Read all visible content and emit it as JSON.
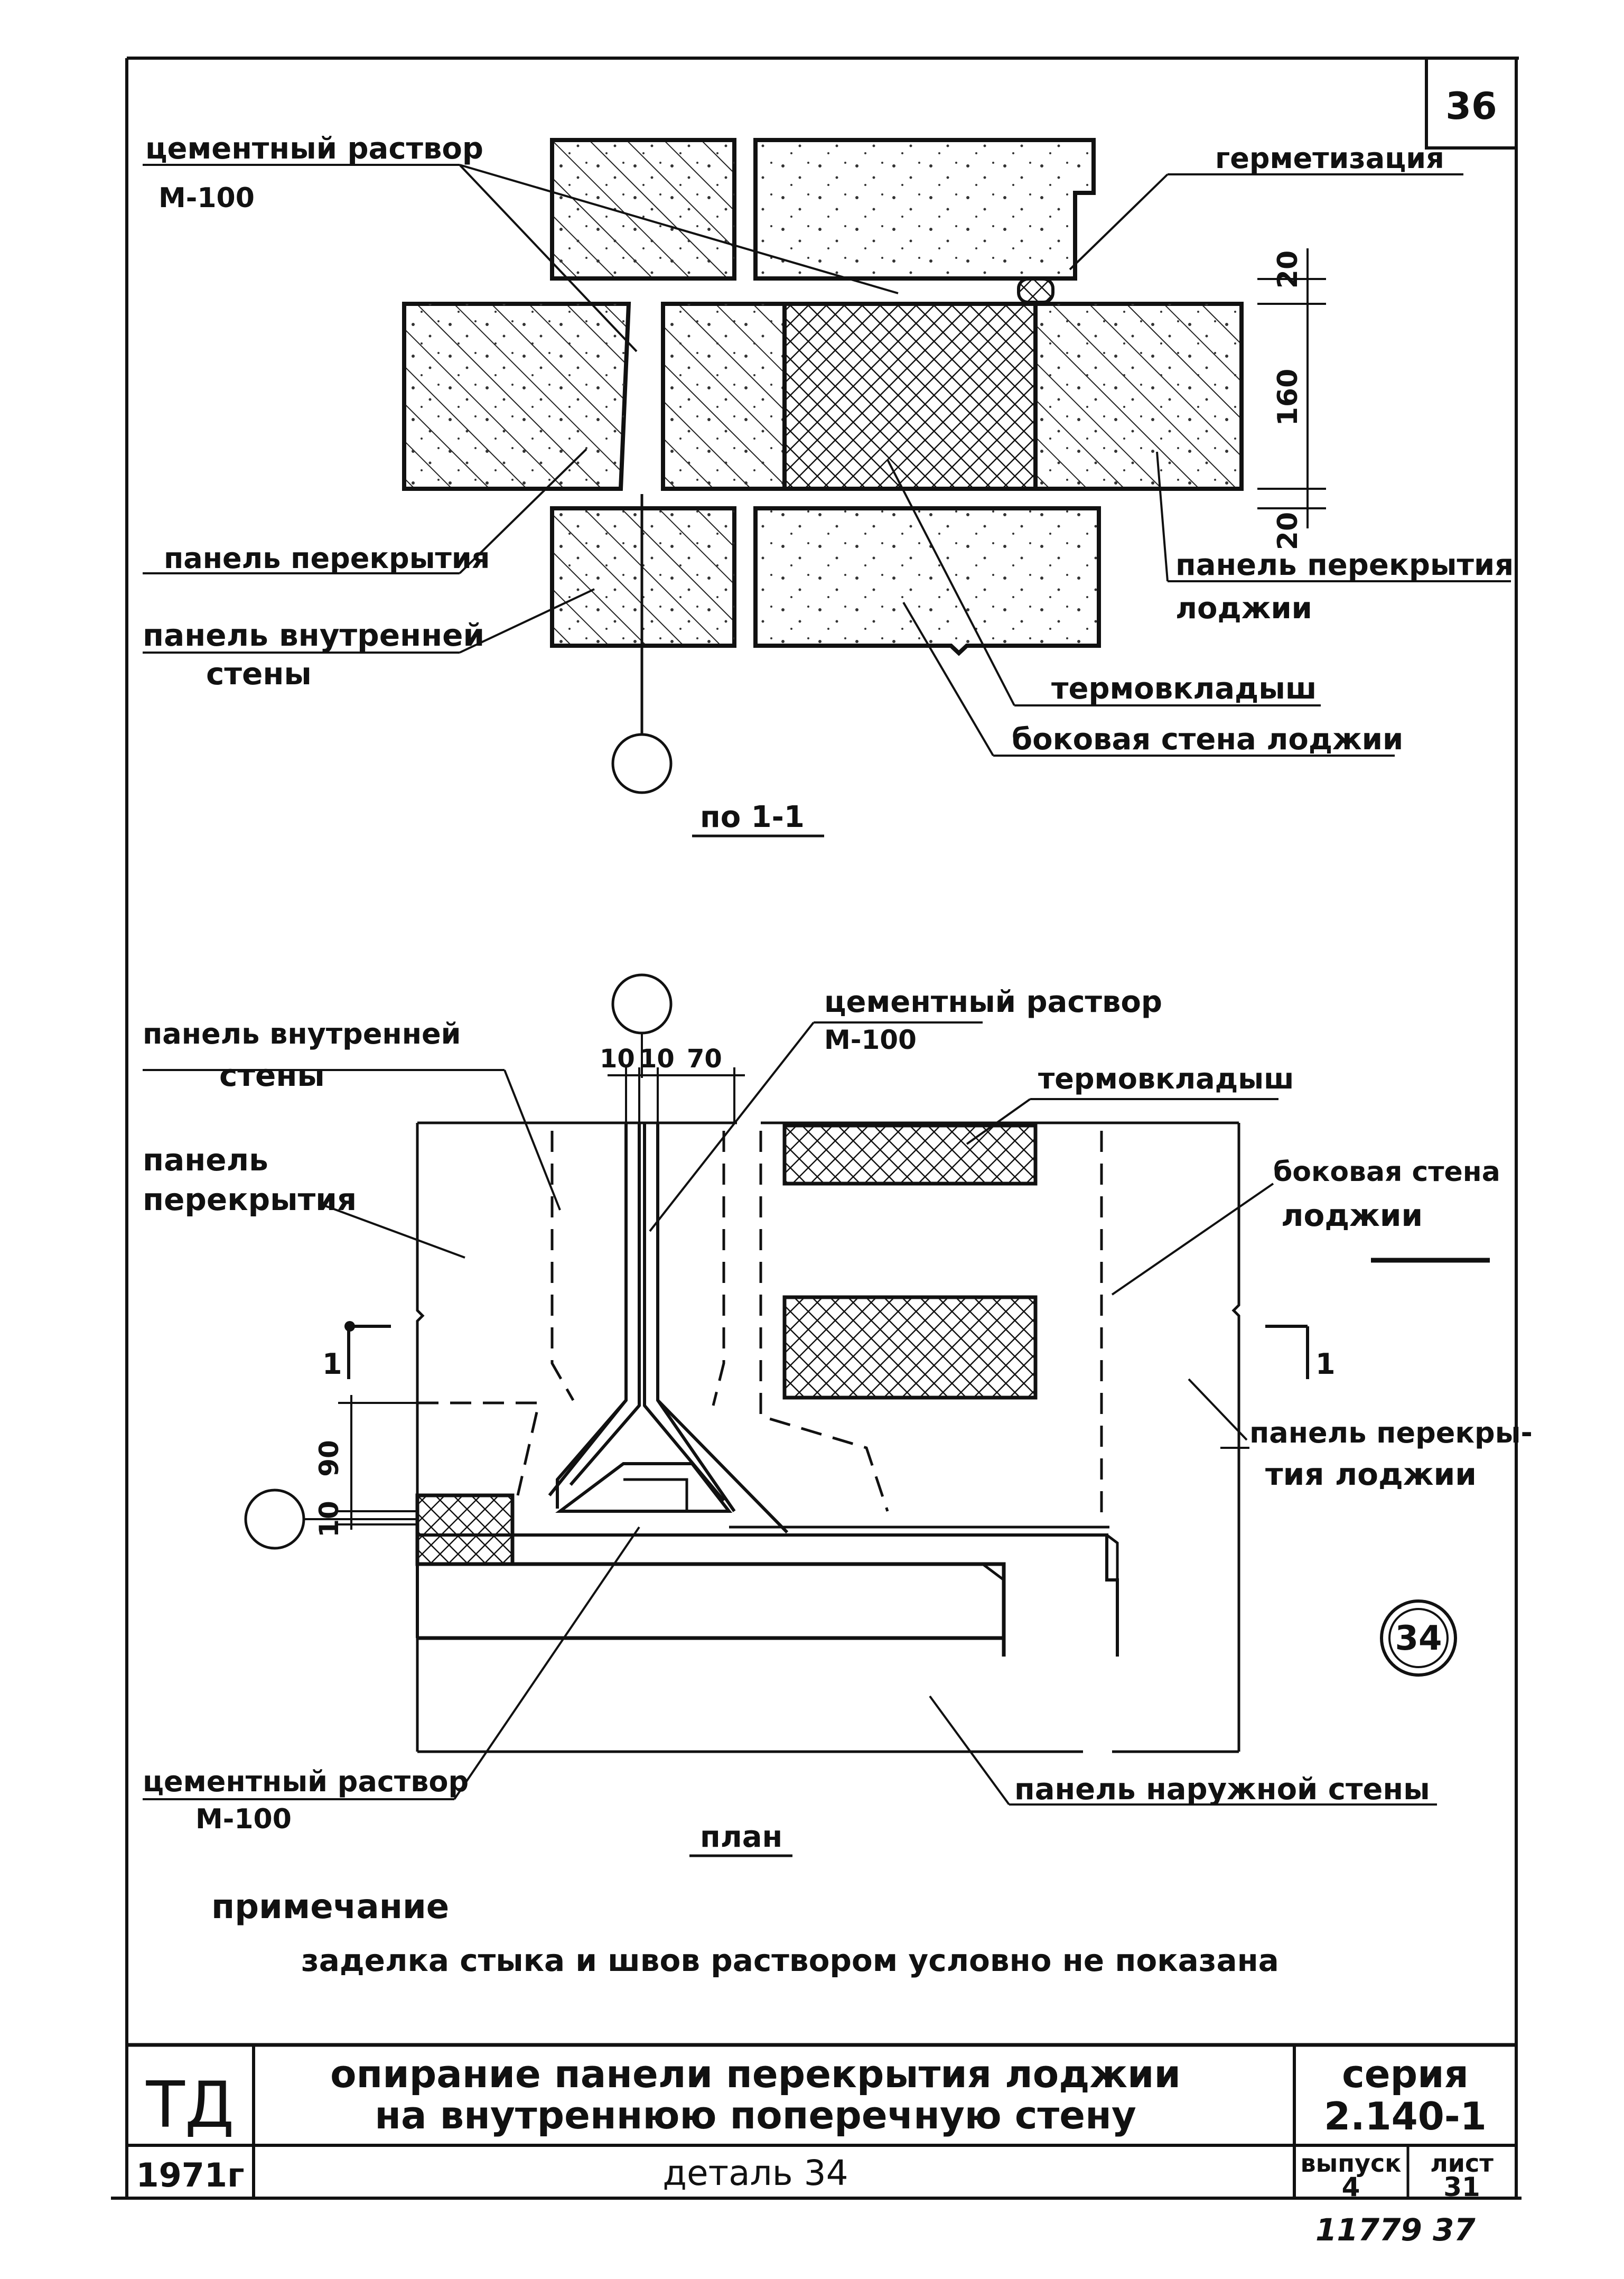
{
  "sheet": {
    "number": "36",
    "bottom_note": "11779   37"
  },
  "section": {
    "caption": "по 1-1",
    "labels": {
      "cement_mortar": "цементный раствор",
      "cement_grade": "М-100",
      "sealing": "герметизация",
      "floor_panel": "панель перекрытия",
      "inner_wall_1": "панель внутренней",
      "inner_wall_2": "стены",
      "loggia_floor_1": "панель перекрытия",
      "loggia_floor_2": "лоджии",
      "thermal_insert": "термовкладыш",
      "loggia_side_wall": "боковая стена лоджии"
    },
    "dims": {
      "d1": "20",
      "d2": "160",
      "d3": "20"
    }
  },
  "plan": {
    "caption": "план",
    "labels": {
      "inner_wall_1": "панель внутренней",
      "inner_wall_2": "стены",
      "floor_panel_1": "панель",
      "floor_panel_2": "перекрытия",
      "cement_top_1": "цементный раствор",
      "cement_top_2": "М-100",
      "thermal_insert": "термовкладыш",
      "side_wall_1": "боковая стена",
      "side_wall_2": "лоджии",
      "loggia_floor_1": "панель перекры-",
      "loggia_floor_2": "тия лоджии",
      "cement_bottom_1": "цементный раствор",
      "cement_bottom_2": "М-100",
      "outer_wall": "панель наружной стены",
      "cut_left": "1",
      "cut_right": "1",
      "detail_mark": "34"
    },
    "dims": {
      "a": "10",
      "b": "10",
      "c": "70",
      "v1": "90",
      "v2": "10"
    }
  },
  "note": {
    "heading": "примечание",
    "text": "заделка стыка и швов раствором условно не показана"
  },
  "title_block": {
    "code": "ТД",
    "year": "1971г",
    "title_line1": "опирание панели перекрытия лоджии",
    "title_line2": "на внутреннюю поперечную стену",
    "detail": "деталь 34",
    "series_label": "серия",
    "series_value": "2.140-1",
    "issue_label": "выпуск",
    "issue_value": "4",
    "sheet_label": "лист",
    "sheet_value": "31"
  }
}
